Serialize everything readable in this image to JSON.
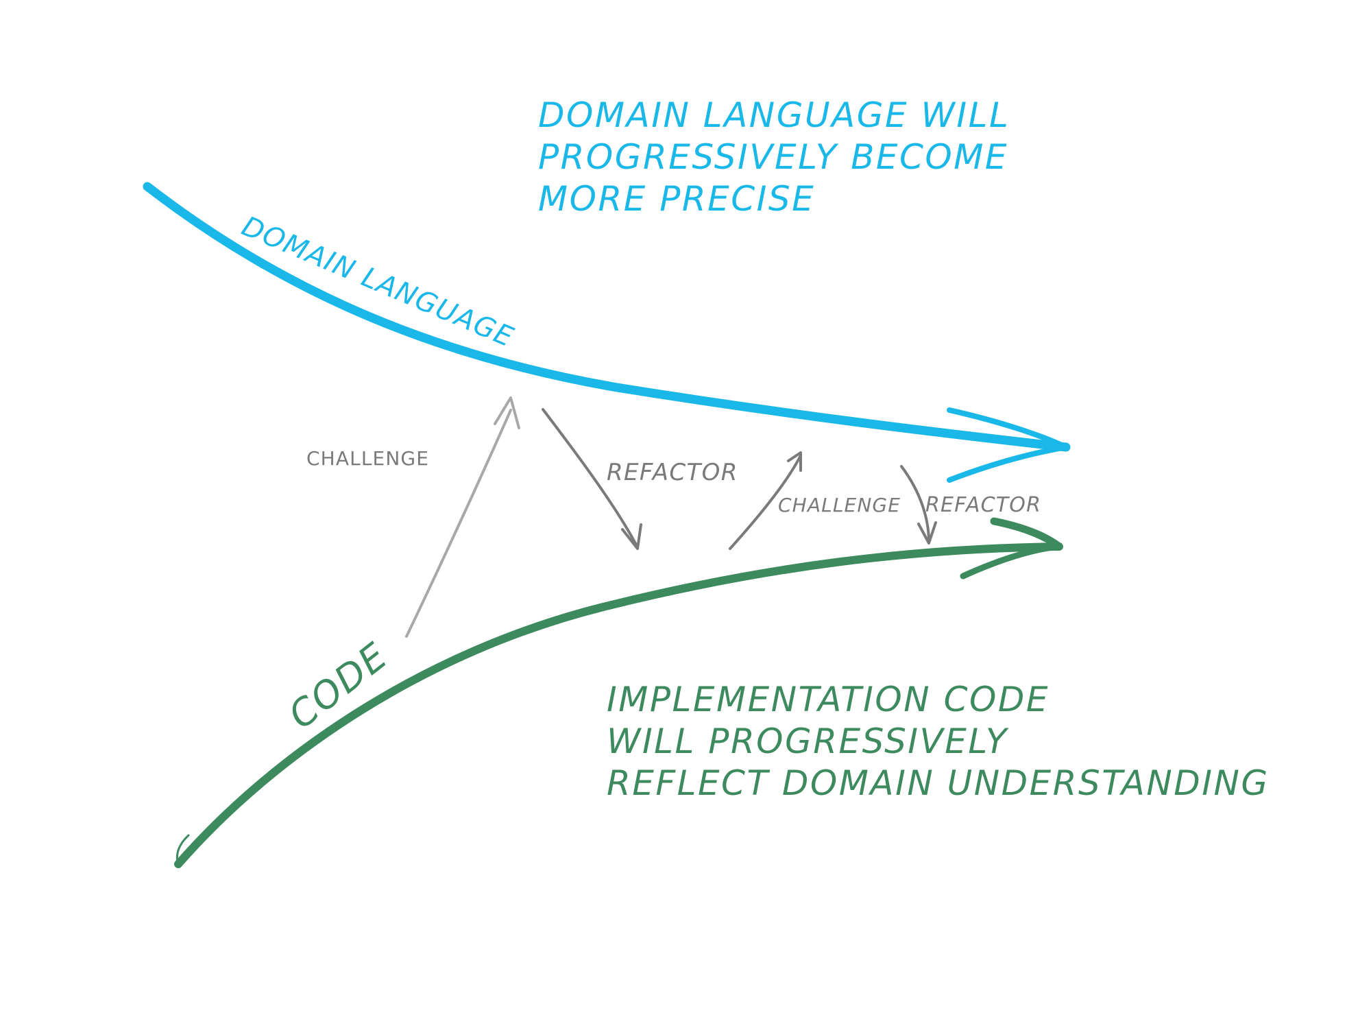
{
  "colors": {
    "domain": "#1ab8e8",
    "code": "#3d8a5e",
    "gray": "#7a7a7a",
    "gray_light": "#a8a8a8"
  },
  "curves": {
    "domain_label": "DOMAIN LANGUAGE",
    "code_label": "CODE"
  },
  "arrows": {
    "challenge_1": "CHALLENGE",
    "refactor_1": "REFACTOR",
    "challenge_2": "CHALLENGE",
    "refactor_2": "REFACTOR"
  },
  "notes": {
    "domain_lines": [
      "DOMAIN LANGUAGE WILL",
      "PROGRESSIVELY BECOME",
      "MORE PRECISE"
    ],
    "code_lines": [
      "IMPLEMENTATION CODE",
      "WILL PROGRESSIVELY",
      "REFLECT DOMAIN UNDERSTANDING"
    ]
  }
}
